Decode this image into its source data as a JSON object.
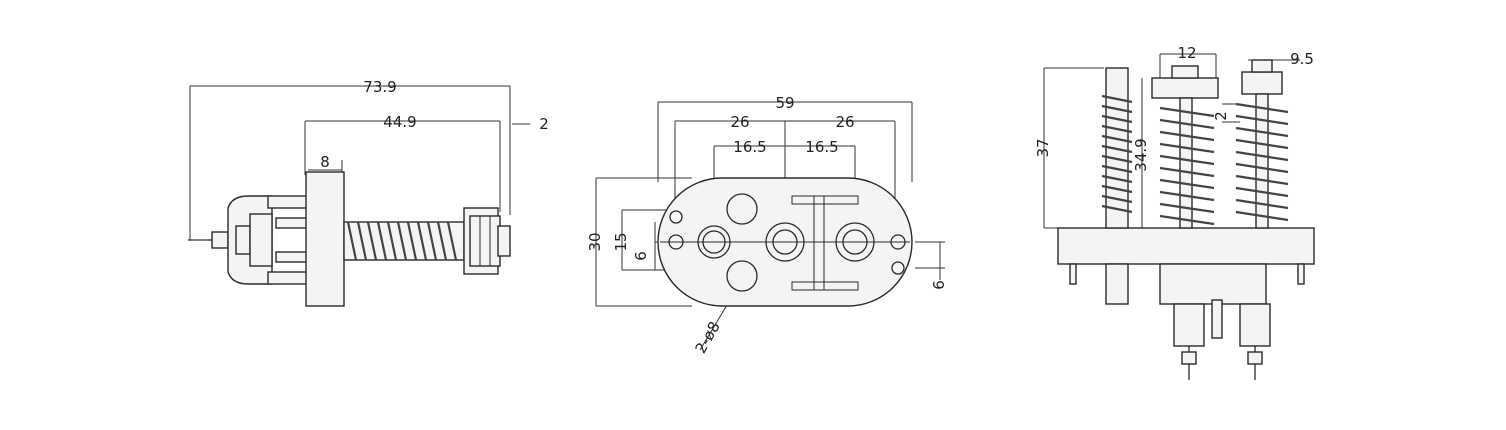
{
  "side_view": {
    "overall": "73.9",
    "spring_len": "44.9",
    "tip": "2",
    "flange": "8"
  },
  "front_view": {
    "width": "59",
    "left_half": "26",
    "right_half": "26",
    "left_inner": "16.5",
    "right_inner": "16.5",
    "height": "30",
    "inner_h": "15",
    "offset_left": "6",
    "offset_right": "6",
    "holes": "2-ø8"
  },
  "end_view": {
    "height": "37",
    "spring_h": "34.9",
    "cap_w": "12",
    "cap_w2": "9.5",
    "gap": "2"
  }
}
